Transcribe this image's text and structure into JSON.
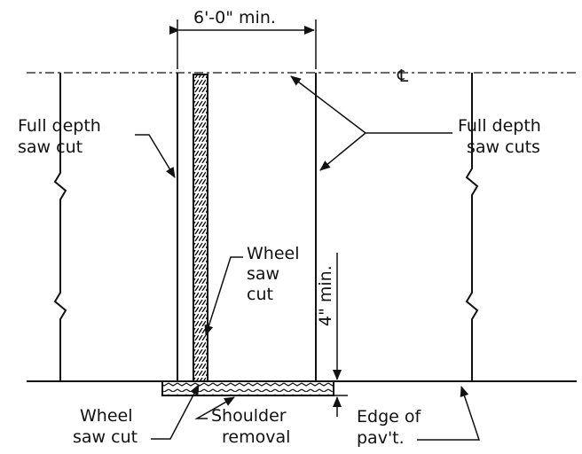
{
  "labels": {
    "dimension_top": "6'-0\" min.",
    "centerline": "℄",
    "full_depth_left_line1": "Full depth",
    "full_depth_left_line2": "saw cut",
    "full_depth_right_line1": "Full depth",
    "full_depth_right_line2": "saw cuts",
    "wheel_mid_line1": "Wheel",
    "wheel_mid_line2": "saw",
    "wheel_mid_line3": "cut",
    "four_inch_min": "4\" min.",
    "wheel_bottom_line1": "Wheel",
    "wheel_bottom_line2": "saw cut",
    "shoulder_line1": "Shoulder",
    "shoulder_line2": "removal",
    "edge_line1": "Edge of",
    "edge_line2": "pav't."
  }
}
